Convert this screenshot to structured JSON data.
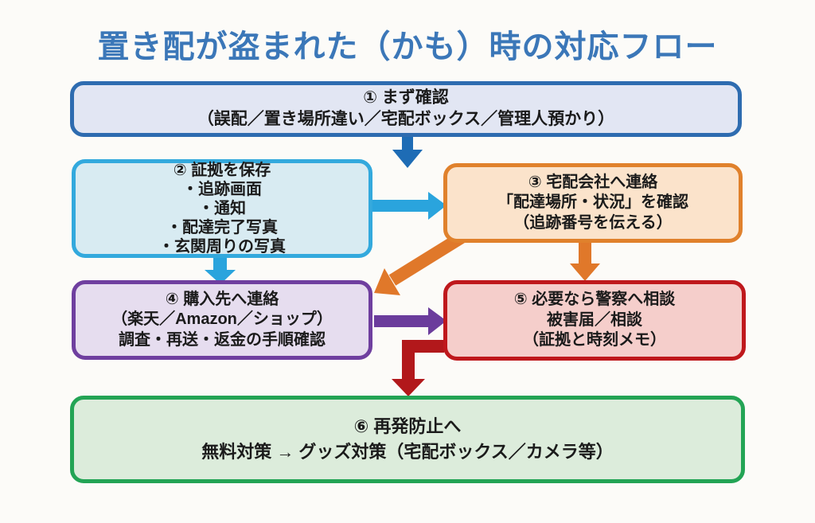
{
  "title": "置き配が盗まれた（かも）時の対応フロー",
  "boxes": [
    {
      "id": "step1",
      "lines": [
        "① まず確認",
        "（誤配／置き場所違い／宅配ボックス／管理人預かり）"
      ]
    },
    {
      "id": "step2",
      "lines": [
        "② 証拠を保存",
        "・追跡画面",
        "・通知",
        "・配達完了写真",
        "・玄関周りの写真"
      ]
    },
    {
      "id": "step3",
      "lines": [
        "③ 宅配会社へ連絡",
        "「配達場所・状況」を確認",
        "（追跡番号を伝える）"
      ]
    },
    {
      "id": "step4",
      "lines": [
        "④ 購入先へ連絡",
        "（楽天／Amazon／ショップ）",
        "調査・再送・返金の手順確認"
      ]
    },
    {
      "id": "step5",
      "lines": [
        "⑤ 必要なら警察へ相談",
        "被害届／相談",
        "（証拠と時刻メモ）"
      ]
    },
    {
      "id": "step6",
      "lines": [
        "⑥ 再発防止へ",
        "無料対策 → グッズ対策（宅配ボックス／カメラ等）"
      ]
    }
  ],
  "edges": [
    {
      "from": "step1",
      "to": "step2-step3",
      "color": "#1e6cb5",
      "direction": "down"
    },
    {
      "from": "step2",
      "to": "step3",
      "color": "#2aa4dd",
      "direction": "right"
    },
    {
      "from": "step2",
      "to": "step4",
      "color": "#2aa4dd",
      "direction": "down"
    },
    {
      "from": "step3",
      "to": "step4",
      "color": "#e0782a",
      "direction": "down-left"
    },
    {
      "from": "step3",
      "to": "step5",
      "color": "#e0782a",
      "direction": "down"
    },
    {
      "from": "step4",
      "to": "step5",
      "color": "#6b3c9c",
      "direction": "right"
    },
    {
      "from": "step5",
      "to": "step6",
      "color": "#b2181b",
      "direction": "left-down"
    }
  ],
  "colors": {
    "bg": "#fcfbf8",
    "title": "#3b77b8",
    "text": "#1b1b1b",
    "step1_border": "#2e6cb0",
    "step1_bg": "#e2e6f3",
    "step2_border": "#33a9dd",
    "step2_bg": "#d8ebf2",
    "step3_border": "#e0812c",
    "step3_bg": "#fbe3cb",
    "step4_border": "#6f3f9f",
    "step4_bg": "#e6ddef",
    "step5_border": "#bf181c",
    "step5_bg": "#f5cecb",
    "step6_border": "#23a455",
    "step6_bg": "#dcecdb",
    "arrow_blue": "#1e6cb5",
    "arrow_cyan": "#2aa4dd",
    "arrow_orange": "#e0782a",
    "arrow_purple": "#6b3c9c",
    "arrow_darkred": "#b2181b"
  }
}
